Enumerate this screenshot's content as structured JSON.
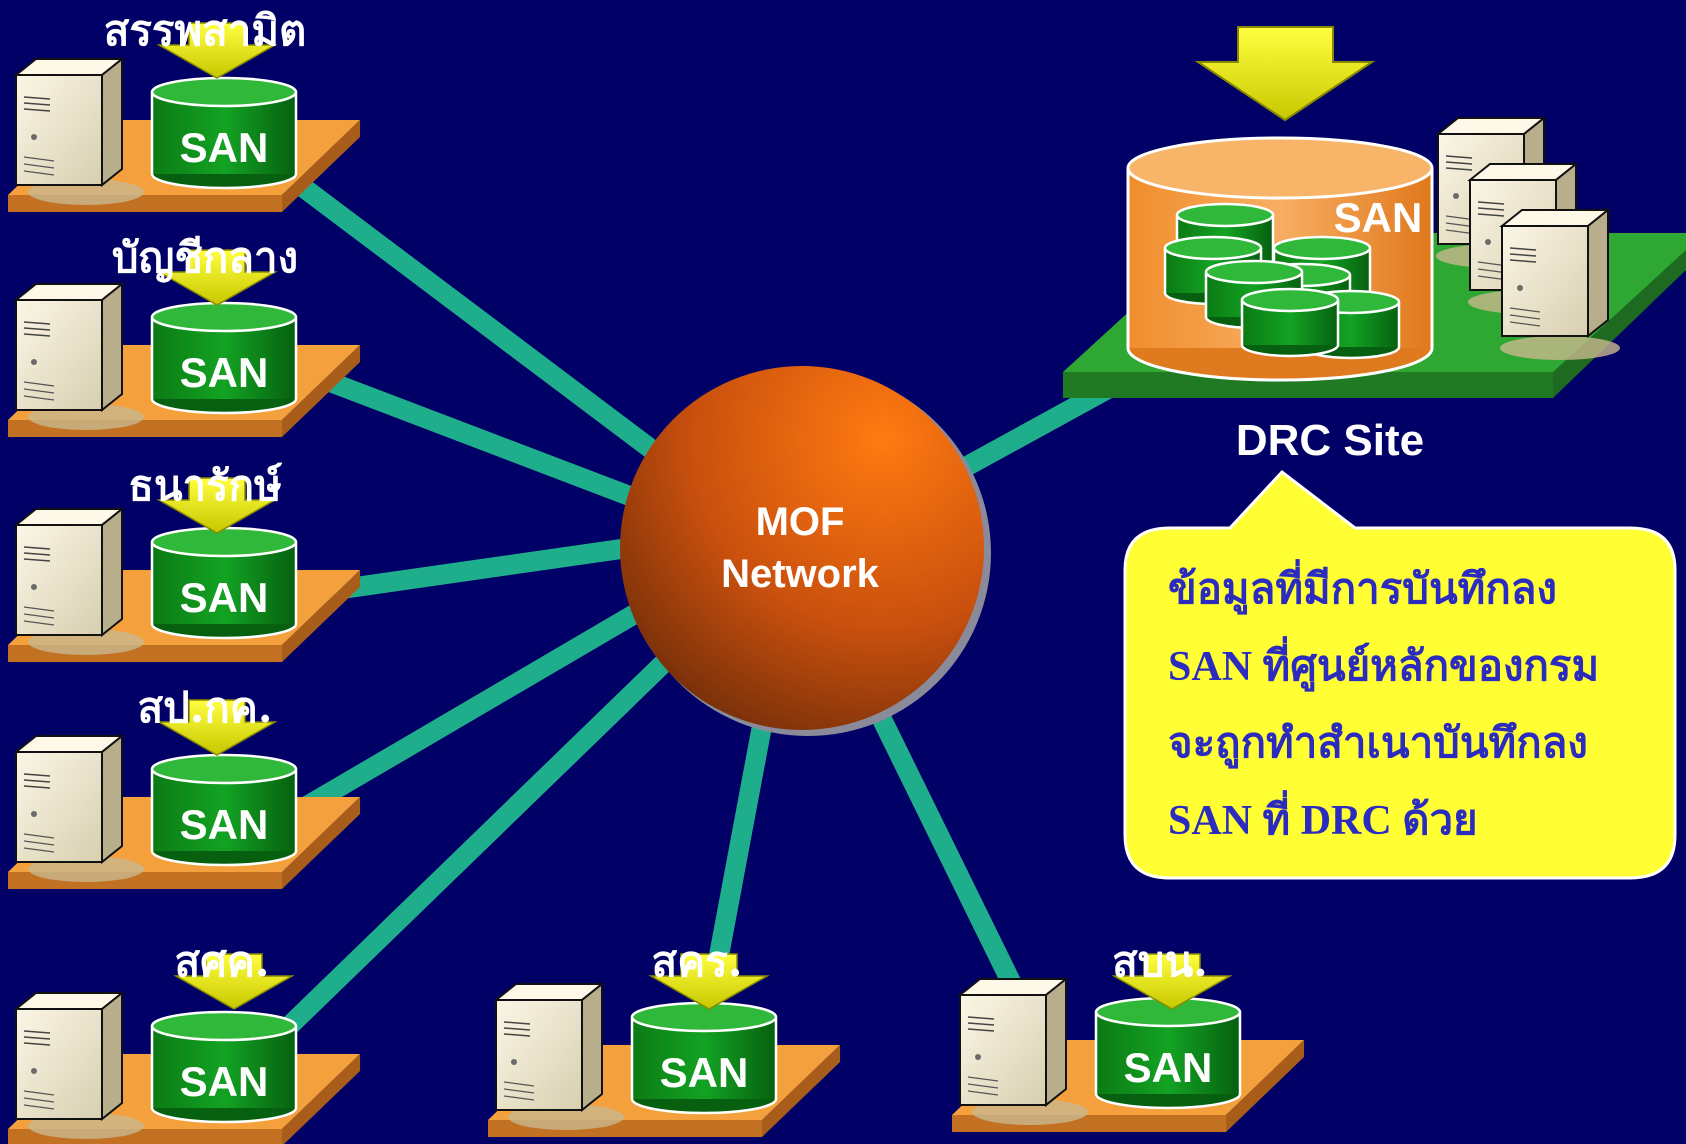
{
  "hub": {
    "line1": "MOF",
    "line2": "Network"
  },
  "san_label": "SAN",
  "sites": [
    {
      "name": "สรรพสามิต"
    },
    {
      "name": "บัญชีกลาง"
    },
    {
      "name": "ธนารักษ์"
    },
    {
      "name": "สป.กค."
    },
    {
      "name": "สศค."
    },
    {
      "name": "สคร."
    },
    {
      "name": "สบน."
    }
  ],
  "drc": {
    "label": "DRC Site",
    "san_label": "SAN"
  },
  "note": {
    "lines": [
      "ข้อมูลที่มีการบันทึกลง",
      "SAN ที่ศูนย์หลักของกรม",
      "จะถูกทำสำเนาบันทึกลง",
      "SAN ที่ DRC ด้วย"
    ]
  },
  "colors": {
    "background": "#000066",
    "link": "#1fae8c",
    "hub": "#e2580f",
    "site_platform": "#f4a03c",
    "drc_platform": "#2ea833",
    "san_cylinder": "#0a8a1a",
    "drc_cylinder": "#f5a04a",
    "arrow": "#e6e600",
    "note_bubble": "#ffff33",
    "note_text": "#2b2bbf"
  }
}
